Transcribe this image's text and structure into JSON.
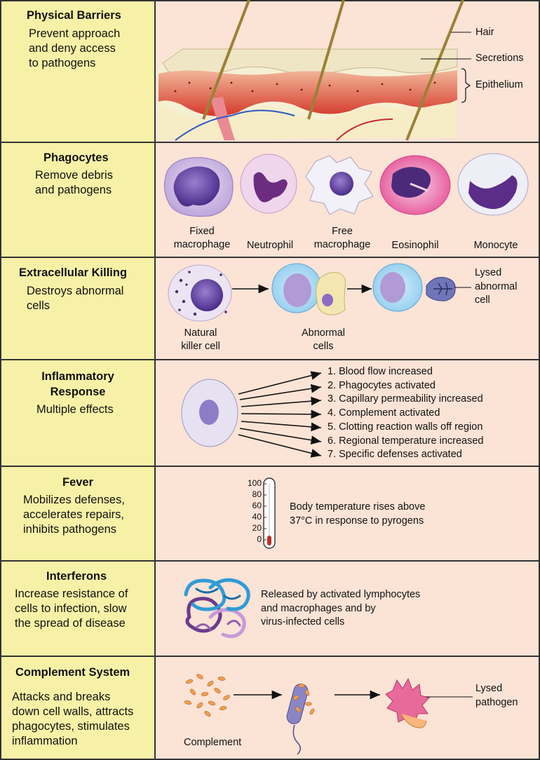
{
  "rows": [
    {
      "title": "Physical Barriers",
      "desc": [
        "Prevent approach",
        "and deny access",
        "to pathogens"
      ],
      "labels": {
        "hair": "Hair",
        "secretions": "Secretions",
        "epithelium": "Epithelium"
      }
    },
    {
      "title": "Phagocytes",
      "desc": [
        "Remove debris",
        "and pathogens"
      ],
      "cells": [
        [
          "Fixed",
          "macrophage"
        ],
        [
          "Neutrophil"
        ],
        [
          "Free",
          "macrophage"
        ],
        [
          "Eosinophil"
        ],
        [
          "Monocyte"
        ]
      ]
    },
    {
      "title": "Extracellular Killing",
      "desc": [
        "Destroys abnormal",
        "cells"
      ],
      "labels": {
        "nk": [
          "Natural",
          "killer cell"
        ],
        "abnormal": [
          "Abnormal",
          "cells"
        ],
        "lysed": [
          "Lysed",
          "abnormal",
          "cell"
        ]
      }
    },
    {
      "title": [
        "Inflammatory",
        "Response"
      ],
      "desc": [
        "Multiple effects"
      ],
      "effects": [
        "1. Blood flow increased",
        "2. Phagocytes activated",
        "3. Capillary permeability increased",
        "4. Complement activated",
        "5. Clotting reaction walls off region",
        "6. Regional temperature increased",
        "7. Specific defenses activated"
      ]
    },
    {
      "title": "Fever",
      "desc": [
        "Mobilizes defenses,",
        "accelerates repairs,",
        "inhibits pathogens"
      ],
      "thermometer": [
        "100",
        "80",
        "60",
        "40",
        "20",
        "0"
      ],
      "text": [
        "Body temperature rises above",
        "37°C in response to pyrogens"
      ]
    },
    {
      "title": "Interferons",
      "desc": [
        "Increase resistance of",
        "cells to infection, slow",
        "the spread of disease"
      ],
      "text": [
        "Released by activated lymphocytes",
        "and macrophages and by",
        "virus-infected cells"
      ]
    },
    {
      "title": "Complement System",
      "desc": [
        "Attacks and breaks",
        "down cell walls, attracts",
        "phagocytes, stimulates",
        "inflammation"
      ],
      "labels": {
        "complement": "Complement",
        "lysed": [
          "Lysed",
          "pathogen"
        ]
      }
    }
  ]
}
